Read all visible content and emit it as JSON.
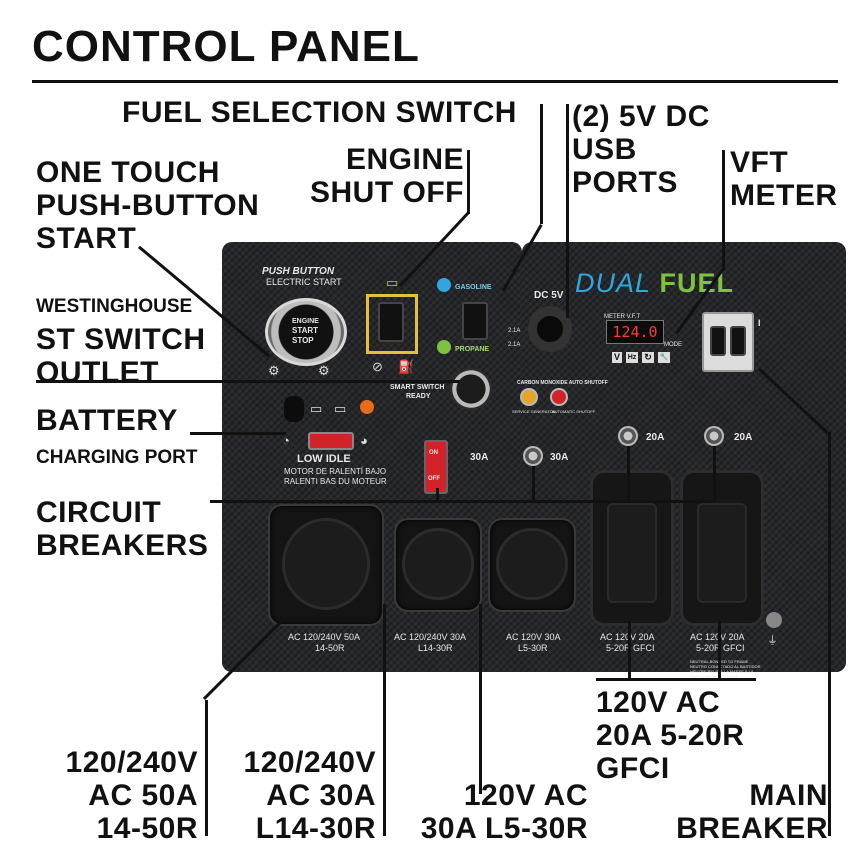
{
  "title": "CONTROL PANEL",
  "callouts": {
    "fuel_selection": "FUEL SELECTION SWITCH",
    "engine_shutoff": [
      "ENGINE",
      "SHUT OFF"
    ],
    "usb": [
      "(2) 5V DC",
      "USB",
      "PORTS"
    ],
    "vft": [
      "VFT",
      "METER"
    ],
    "push_start": [
      "ONE TOUCH",
      "PUSH-BUTTON",
      "START"
    ],
    "st_switch": [
      "WESTINGHOUSE",
      "ST SWITCH",
      "OUTLET"
    ],
    "battery": [
      "BATTERY",
      "CHARGING PORT"
    ],
    "breakers": [
      "CIRCUIT",
      "BREAKERS"
    ],
    "gfci": [
      "120V AC",
      "20A 5-20R",
      "GFCI"
    ],
    "outlet_50a": [
      "120/240V",
      "AC 50A",
      "14-50R"
    ],
    "outlet_l14": [
      "120/240V",
      "AC 30A",
      "L14-30R"
    ],
    "outlet_l5": [
      "120V AC",
      "30A L5-30R"
    ],
    "main_breaker": [
      "MAIN",
      "BREAKER"
    ]
  },
  "panel": {
    "push_button_title": "PUSH BUTTON",
    "push_button_sub": "ELECTRIC START",
    "start_button": [
      "ENGINE",
      "START",
      "STOP"
    ],
    "gasoline": "GASOLINE",
    "propane": "PROPANE",
    "dc_label": "DC 5V",
    "usb_a1": "2.1A",
    "usb_a2": "2.1A",
    "dual": "DUAL",
    "fuel": "FUEL",
    "meter_label": "METER V.F.T",
    "meter_value": "124.0",
    "meter_mode": "MODE",
    "meter_keys": [
      "V",
      "Hz",
      "↻",
      "🔧"
    ],
    "smart_switch": [
      "SMART SWITCH",
      "READY"
    ],
    "co_title": "CARBON MONOXIDE AUTO SHUTOFF",
    "co_left": "SERVICE GENERATOR",
    "co_right": "AUTOMATIC SHUTOFF",
    "low_idle": [
      "LOW IDLE",
      "MOTOR DE RALENTÍ BAJO",
      "RALENTI BAS DU MOTEUR"
    ],
    "on_label": "ON",
    "off_label": "OFF",
    "breaker_30a_left": "30A",
    "breaker_30a_right": "30A",
    "breaker_20a_1": "20A",
    "breaker_20a_2": "20A",
    "main_on": "I",
    "outlet_labels": [
      [
        "AC 120/240V 50A",
        "14-50R"
      ],
      [
        "AC 120/240V 30A",
        "L14-30R"
      ],
      [
        "AC 120V 30A",
        "L5-30R"
      ],
      [
        "AC 120V 20A",
        "5-20R GFCI"
      ],
      [
        "AC 120V 20A",
        "5-20R GFCI"
      ]
    ],
    "neutral_note": [
      "NEUTRAL BONDED TO FRAME",
      "NEUTRO CONECTADO AL BASTIDOR",
      "NEUTRE RELIÉ À LA MASSE À LA",
      "CARCASSE DU MOTEUR"
    ]
  },
  "colors": {
    "panel": "#26272a",
    "dual": "#2ea7e0",
    "fuel": "#7fc241",
    "switch_frame": "#e4c03b",
    "low_idle_switch": "#d2232a",
    "meter_digits": "#ff3b2e"
  }
}
